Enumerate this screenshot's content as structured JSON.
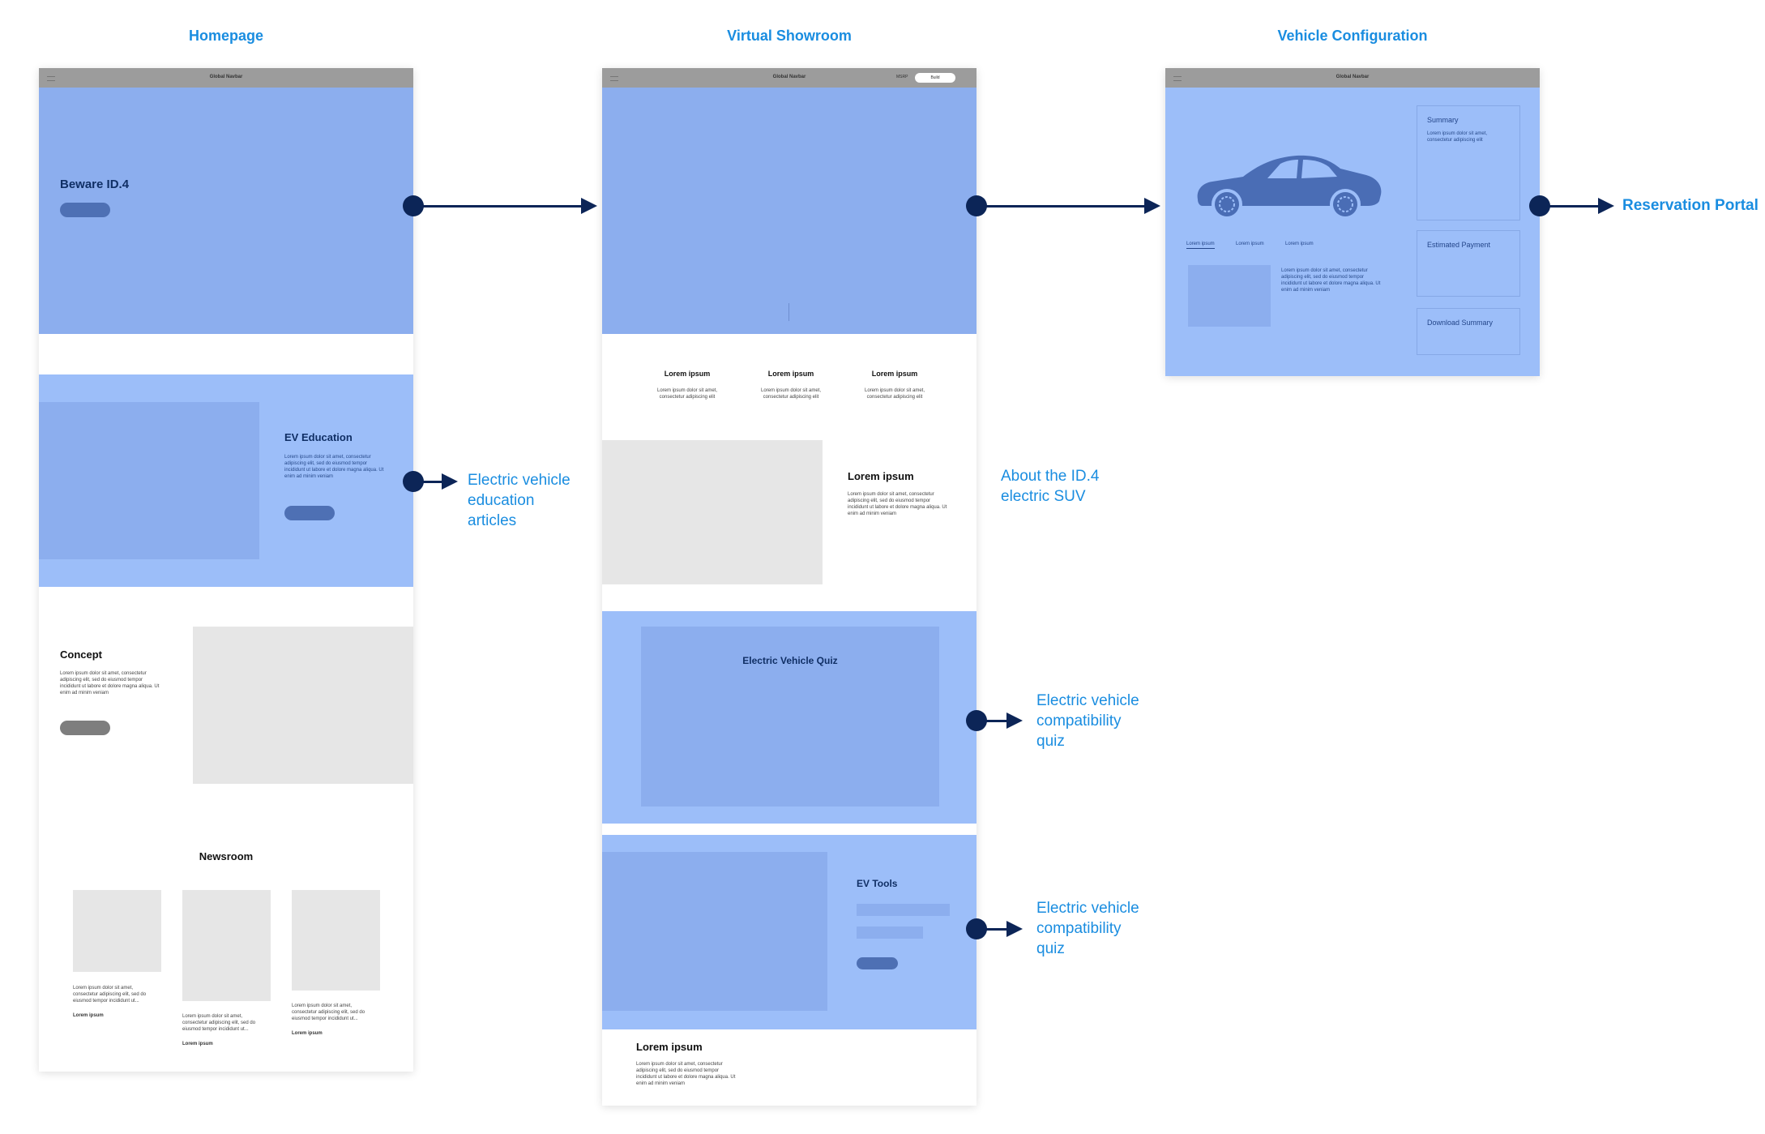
{
  "columns": {
    "homepage": "Homepage",
    "showroom": "Virtual Showroom",
    "configuration": "Vehicle Configuration"
  },
  "nav": {
    "brand": "Global Navbar",
    "showroom_link": "MSRP",
    "showroom_button": "Build"
  },
  "homepage": {
    "hero_title": "Beware ID.4",
    "ev_education": {
      "title": "EV Education",
      "text": "Lorem ipsum dolor sit amet, consectetur adipiscing elit, sed do eiusmod tempor incididunt ut labore et dolore magna aliqua. Ut enim ad minim veniam"
    },
    "concept": {
      "title": "Concept",
      "text": "Lorem ipsum dolor sit amet, consectetur adipiscing elit, sed do eiusmod tempor incididunt ut labore et dolore magna aliqua. Ut enim ad minim veniam"
    },
    "newsroom": {
      "title": "Newsroom",
      "cards": [
        {
          "text": "Lorem ipsum dolor sit amet, consectetur adipiscing elit, sed do eiusmod tempor incididunt ut...",
          "link": "Lorem ipsum"
        },
        {
          "text": "Lorem ipsum dolor sit amet, consectetur adipiscing elit, sed do eiusmod tempor incididunt ut...",
          "link": "Lorem ipsum"
        },
        {
          "text": "Lorem ipsum dolor sit amet, consectetur adipiscing elit, sed do eiusmod tempor incididunt ut...",
          "link": "Lorem ipsum"
        }
      ]
    }
  },
  "showroom": {
    "features": [
      {
        "title": "Lorem ipsum",
        "text": "Lorem ipsum dolor sit amet, consectetur adipiscing elit"
      },
      {
        "title": "Lorem ipsum",
        "text": "Lorem ipsum dolor sit amet, consectetur adipiscing elit"
      },
      {
        "title": "Lorem ipsum",
        "text": "Lorem ipsum dolor sit amet, consectetur adipiscing elit"
      }
    ],
    "about": {
      "title": "Lorem ipsum",
      "text": "Lorem ipsum dolor sit amet, consectetur adipiscing elit, sed do eiusmod tempor incididunt ut labore et dolore magna aliqua. Ut enim ad minim veniam"
    },
    "quiz_title": "Electric Vehicle Quiz",
    "tools_title": "EV Tools",
    "footer": {
      "title": "Lorem ipsum",
      "text": "Lorem ipsum dolor sit amet, consectetur adipiscing elit, sed do eiusmod tempor incididunt ut labore et dolore magna aliqua. Ut enim ad minim veniam"
    }
  },
  "configuration": {
    "tabs": [
      "Lorem ipsum",
      "Lorem ipsum",
      "Lorem ipsum"
    ],
    "text": "Lorem ipsum dolor sit amet, consectetur adipiscing elit, sed do eiusmod tempor incididunt ut labore et dolore magna aliqua. Ut enim ad minim veniam",
    "summary_label": "Summary",
    "summary_text": "Lorem ipsum dolor sit amet, consectetur adipiscing elit",
    "payment_label": "Estimated Payment",
    "download_label": "Download Summary"
  },
  "annotations": {
    "reservation": "Reservation Portal",
    "education": [
      "Electric vehicle",
      "education",
      "articles"
    ],
    "about": [
      "About the ID.4",
      "electric SUV"
    ],
    "quiz": [
      "Electric vehicle",
      "compatibility",
      "quiz"
    ],
    "tools": [
      "Electric vehicle",
      "compatibility",
      "quiz"
    ]
  },
  "colors": {
    "annotation_blue": "#1a8de0",
    "connector_navy": "#0c2557",
    "section_blue": "#9cbef9",
    "placeholder_blue": "#8caeee",
    "button_blue": "#4e70b4"
  }
}
